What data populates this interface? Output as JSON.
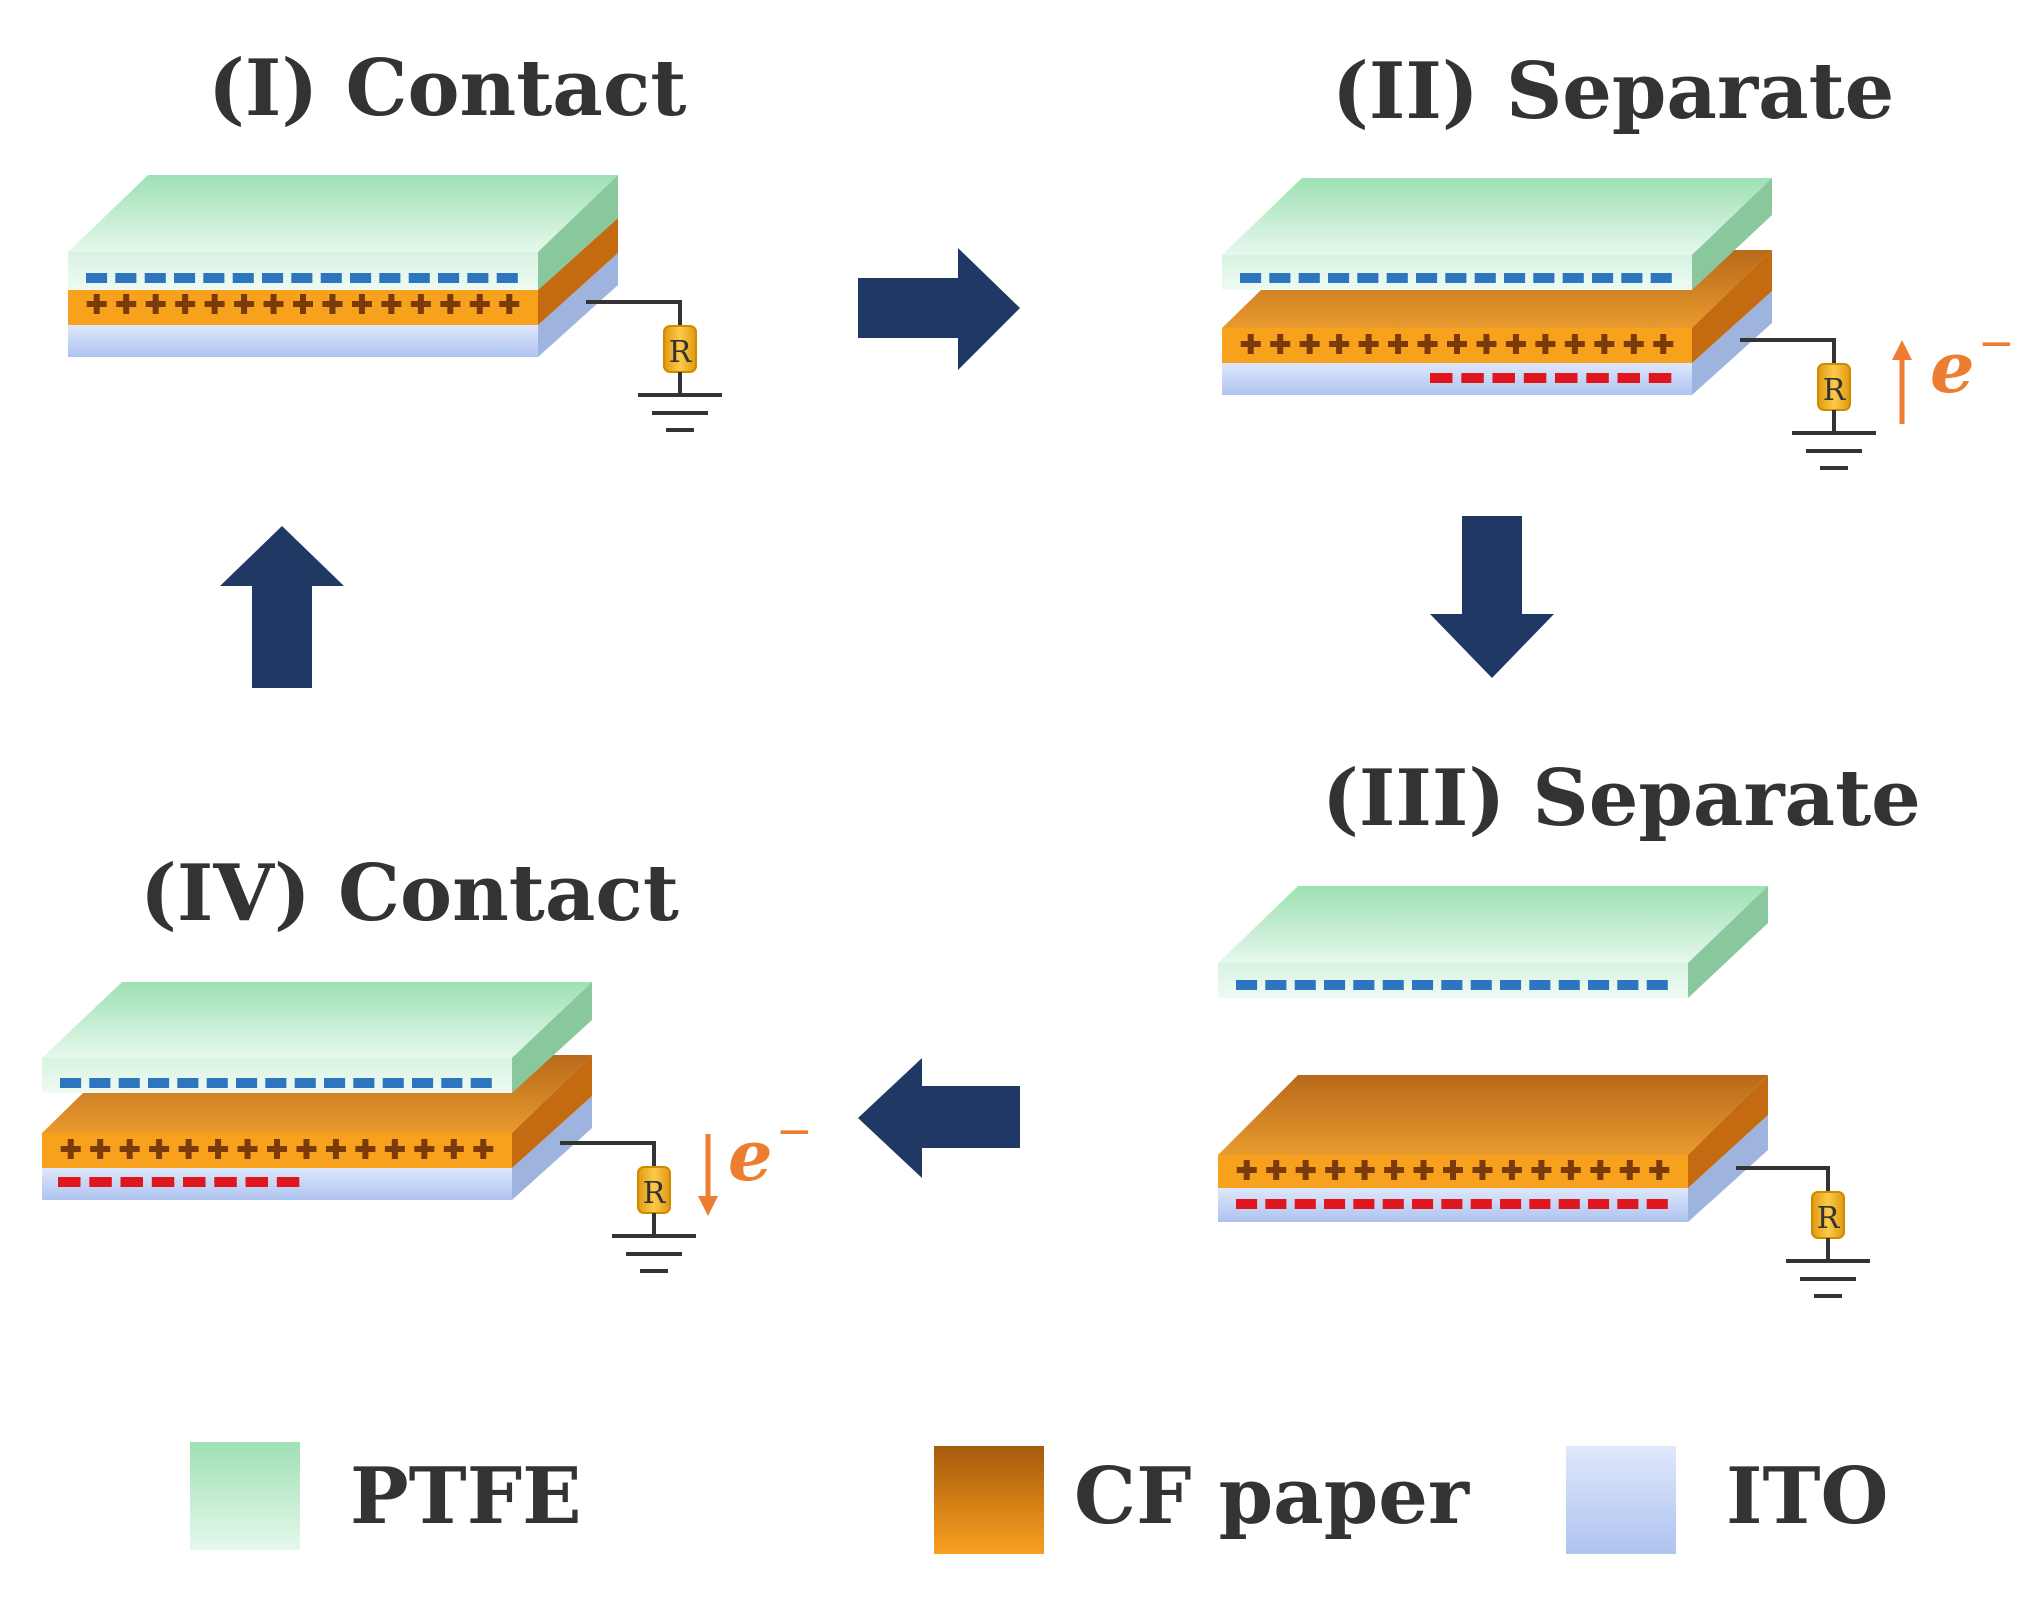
{
  "titles": {
    "stage1": "(I) Contact",
    "stage2": "(II) Separate",
    "stage3": "(III) Separate",
    "stage4": "(IV) Contact"
  },
  "resistor_label": "R",
  "electron_label": "e",
  "electron_superscript": "−",
  "legend": [
    {
      "label": "PTFE",
      "color_top": "#9ee0b4",
      "color_bottom": "#e6f8ec"
    },
    {
      "label": "CF paper",
      "color_top": "#a65a0c",
      "color_bottom": "#f9a020"
    },
    {
      "label": "ITO",
      "color_top": "#dfe8fb",
      "color_bottom": "#aec3f0"
    }
  ],
  "colors": {
    "arrow": "#1f3864",
    "negative_charge_blue": "#2e75c0",
    "negative_charge_red": "#e0161f",
    "positive_charge": "#7a3a0a",
    "electron_flow": "#ed7d31",
    "resistor": "#f5b21c",
    "wire": "#333333"
  }
}
